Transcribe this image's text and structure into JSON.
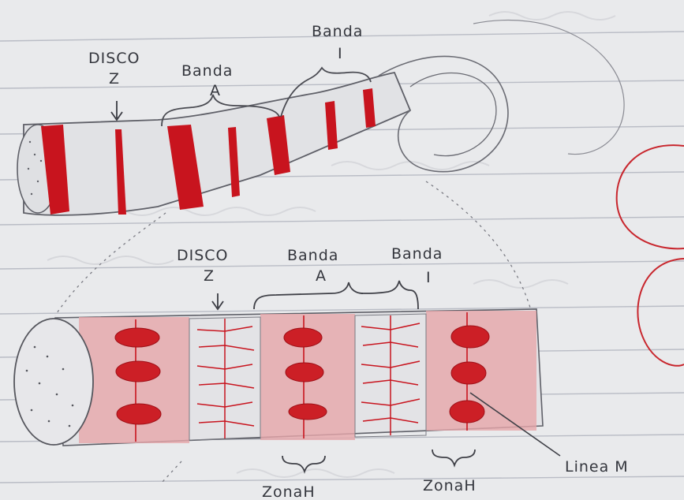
{
  "labels": {
    "top": {
      "disco_z_line1": "DISCO",
      "disco_z_line2": "Z",
      "banda_a_line1": "Banda",
      "banda_a_line2": "A",
      "banda_i_line1": "Banda",
      "banda_i_line2": "I"
    },
    "bottom": {
      "disco_z_line1": "DISCO",
      "disco_z_line2": "Z",
      "banda_a_line1": "Banda",
      "banda_a_line2": "A",
      "banda_i_line1": "Banda",
      "banda_i_line2": "I",
      "zona_h_1": "ZonaH",
      "zona_h_2": "ZonaH",
      "linea_m": "Linea M"
    }
  },
  "colors": {
    "paper": "#e9eaec",
    "rule_line": "#b9bcc5",
    "pencil": "#5f6068",
    "band_red": "#c8141e",
    "band_light": "#e6a6aa"
  }
}
